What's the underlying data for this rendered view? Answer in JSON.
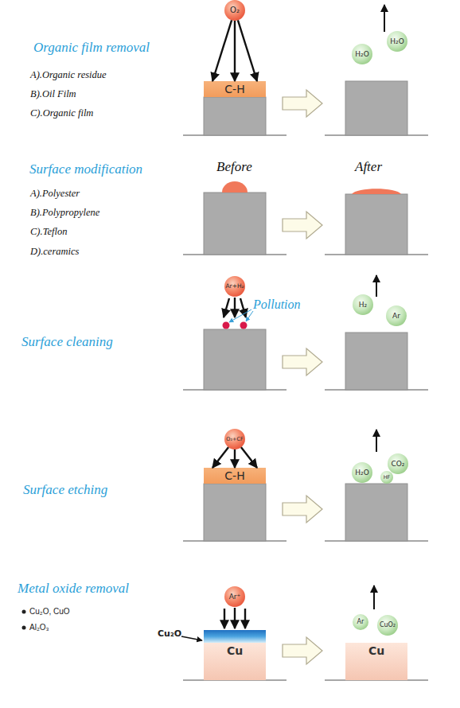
{
  "diagram": {
    "nodes": [
      {
        "text": [
          "O₂"
        ]
      },
      {
        "text": [
          "C-H"
        ]
      },
      {
        "text": [
          "H₂O"
        ]
      },
      {
        "text": [
          "H₂O"
        ]
      },
      {
        "text": [
          "Ar+H₂"
        ]
      },
      {
        "text": [
          "H₂"
        ]
      },
      {
        "text": [
          "Ar"
        ]
      },
      {
        "text": [
          "O₂+CF"
        ]
      },
      {
        "text": [
          "C-H"
        ]
      },
      {
        "text": [
          "CO₂"
        ]
      },
      {
        "text": [
          "H₂O"
        ]
      },
      {
        "text": [
          "HF"
        ]
      },
      {
        "text": [
          "Ar⁺"
        ]
      },
      {
        "text": [
          "Cu"
        ]
      },
      {
        "text": [
          "Ar"
        ]
      },
      {
        "text": [
          "CuO₂"
        ]
      },
      {
        "text": [
          "Cu"
        ]
      }
    ],
    "edges": [
      {
        "from": 0,
        "to": 1,
        "arrow": "to"
      },
      {
        "from": 0,
        "to": 1,
        "arrow": "to"
      },
      {
        "from": 0,
        "to": 1,
        "arrow": "to"
      },
      {
        "from": 7,
        "to": 8,
        "arrow": "to"
      },
      {
        "from": 7,
        "to": 8,
        "arrow": "to"
      },
      {
        "from": 7,
        "to": 8,
        "arrow": "to"
      }
    ],
    "labels": [
      "Organic film removal",
      "A).Organic residue",
      "B).Oil Film",
      "C).Organic film",
      "Surface modification",
      "Before",
      "After",
      "A).Polyester",
      "B).Polypropylene",
      "C).Teflon",
      "D).ceramics",
      "Pollution",
      "Surface cleaning",
      "Surface etching",
      "Metal oxide removal",
      "Cu₂O, CuO",
      "Al₂O₃",
      "Cu₂O"
    ]
  }
}
